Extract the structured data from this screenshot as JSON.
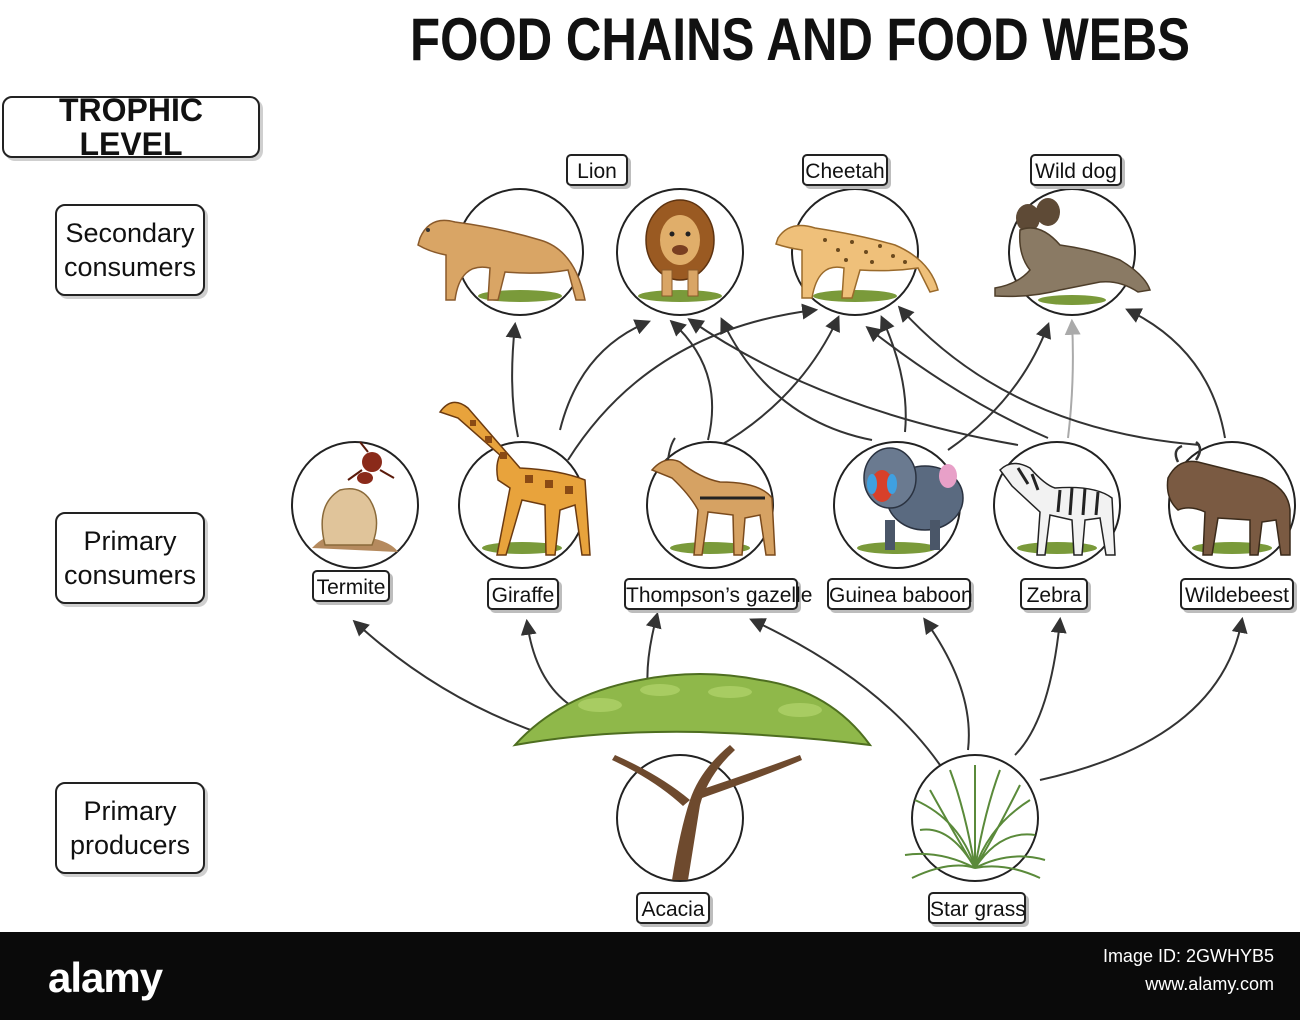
{
  "title": "FOOD CHAINS AND FOOD WEBS",
  "trophic_heading": "TROPHIC LEVEL",
  "levels": {
    "secondary": [
      "Secondary",
      "consumers"
    ],
    "primary_consumers": [
      "Primary",
      "consumers"
    ],
    "producers": [
      "Primary",
      "producers"
    ]
  },
  "organisms": {
    "lion": "Lion",
    "cheetah": "Cheetah",
    "wild_dog": "Wild dog",
    "termite": "Termite",
    "giraffe": "Giraffe",
    "gazelle": "Thompson’s gazelle",
    "baboon": "Guinea baboon",
    "zebra": "Zebra",
    "wildebeest": "Wildebeest",
    "acacia": "Acacia",
    "star_grass": "Star grass"
  },
  "colors": {
    "line": "#333333",
    "fur_tan": "#d9a565",
    "grass": "#7a9a3a",
    "acacia_leaf": "#8fb84a"
  },
  "footer": {
    "brand": "alamy",
    "image_id": "Image ID: 2GWHYB5",
    "site": "www.alamy.com"
  }
}
